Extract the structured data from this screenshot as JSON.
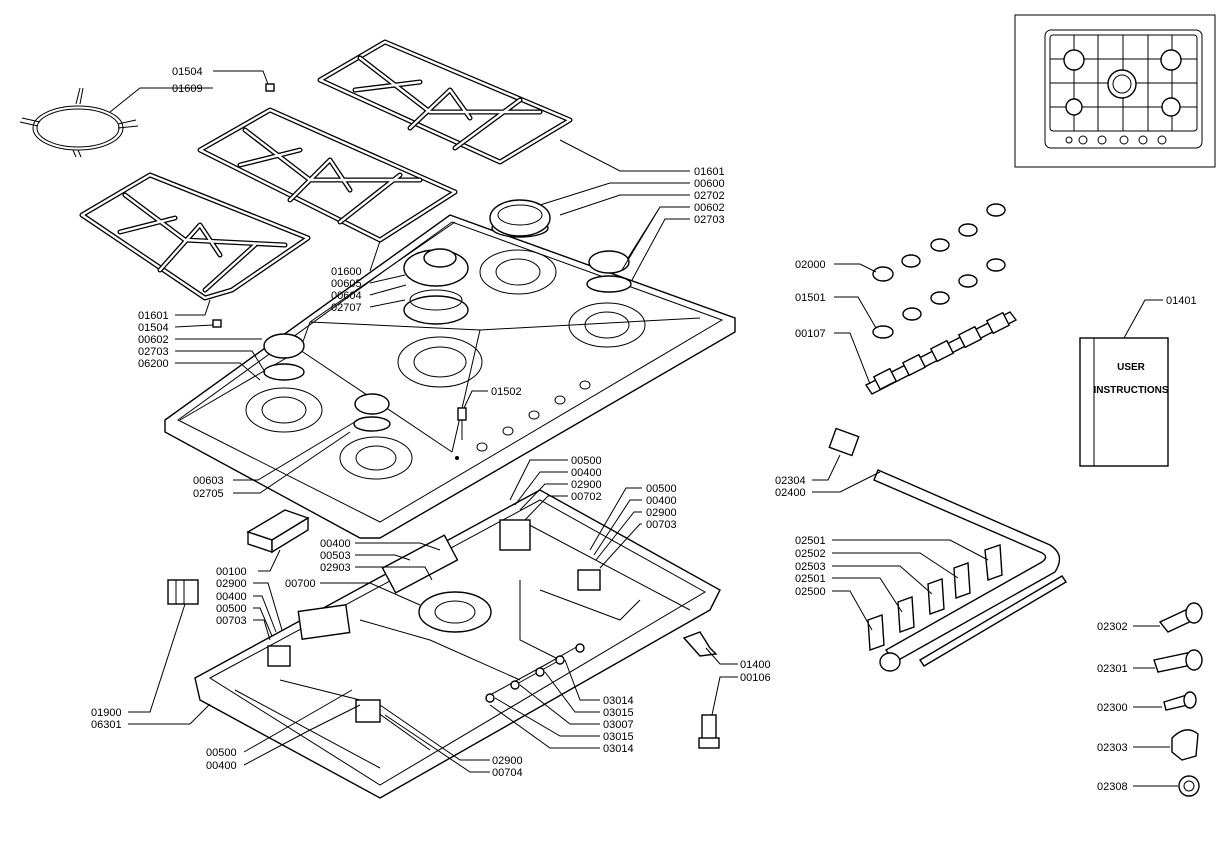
{
  "diagram": {
    "labels": {
      "l01504a": "01504",
      "l01609": "01609",
      "l01601a": "01601",
      "l00600": "00600",
      "l02702": "02702",
      "l00602a": "00602",
      "l02703a": "02703",
      "l01600": "01600",
      "l00605": "00605",
      "l00604": "00604",
      "l02707": "02707",
      "l01601b": "01601",
      "l01504b": "01504",
      "l00602b": "00602",
      "l02703b": "02703",
      "l06200": "06200",
      "l01502": "01502",
      "l00603": "00603",
      "l02705": "02705",
      "l00500a": "00500",
      "l00400a": "00400",
      "l02900a": "02900",
      "l00702": "00702",
      "l00500b": "00500",
      "l00400b": "00400",
      "l02900b": "02900",
      "l00703a": "00703",
      "l00400c": "00400",
      "l00503": "00503",
      "l02903": "02903",
      "l00100": "00100",
      "l00700": "00700",
      "l02900c": "02900",
      "l00400d": "00400",
      "l00500c": "00500",
      "l00703b": "00703",
      "l01900": "01900",
      "l06301": "06301",
      "l00500d": "00500",
      "l00400e": "00400",
      "l02900d": "02900",
      "l00704": "00704",
      "l03014a": "03014",
      "l03015a": "03015",
      "l03007": "03007",
      "l03015b": "03015",
      "l03014b": "03014",
      "l01400": "01400",
      "l00106": "00106",
      "l02000": "02000",
      "l01501": "01501",
      "l00107": "00107",
      "l01401": "01401",
      "l02304": "02304",
      "l02400": "02400",
      "l02501a": "02501",
      "l02502": "02502",
      "l02503": "02503",
      "l02501b": "02501",
      "l02500": "02500",
      "l02302": "02302",
      "l02301": "02301",
      "l02300": "02300",
      "l02303": "02303",
      "l02308": "02308"
    },
    "manual": {
      "line1": "USER",
      "line2": "INSTRUCTIONS"
    }
  }
}
